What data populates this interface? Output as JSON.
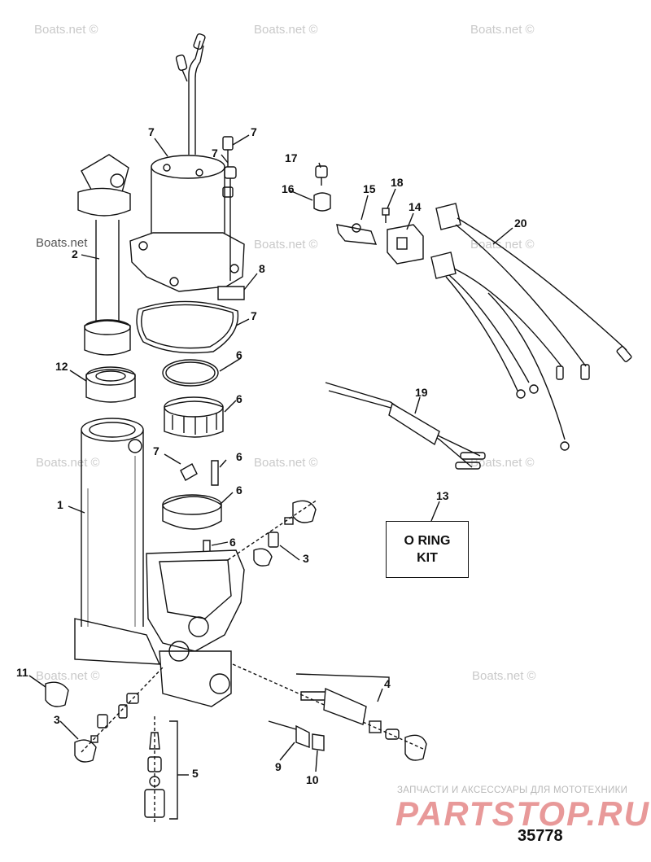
{
  "watermarks": [
    "Boats.net ©",
    "Boats.net ©",
    "Boats.net ©",
    "Boats.net",
    "Boats.net ©",
    "Boats.net ©",
    "Boats.net ©",
    "Boats.net ©",
    "Boats.net ©",
    "Boats.net ©",
    "Boats.net ©"
  ],
  "callouts": [
    "7",
    "7",
    "7",
    "2",
    "8",
    "7",
    "12",
    "6",
    "6",
    "1",
    "7",
    "6",
    "6",
    "6",
    "3",
    "17",
    "16",
    "15",
    "18",
    "14",
    "20",
    "19",
    "13",
    "11",
    "3",
    "4",
    "5",
    "9",
    "10"
  ],
  "kit_box": {
    "line1": "O RING",
    "line2": "KIT"
  },
  "diagram_number": "35778",
  "branding": {
    "tagline": "ЗАПЧАСТИ И АКСЕССУАРЫ ДЛЯ МОТОТЕХНИКИ",
    "logo": "PARTSTOP.RU"
  },
  "colors": {
    "line": "#111111",
    "watermark": "#c9c9c9",
    "brand": "#d64646"
  }
}
